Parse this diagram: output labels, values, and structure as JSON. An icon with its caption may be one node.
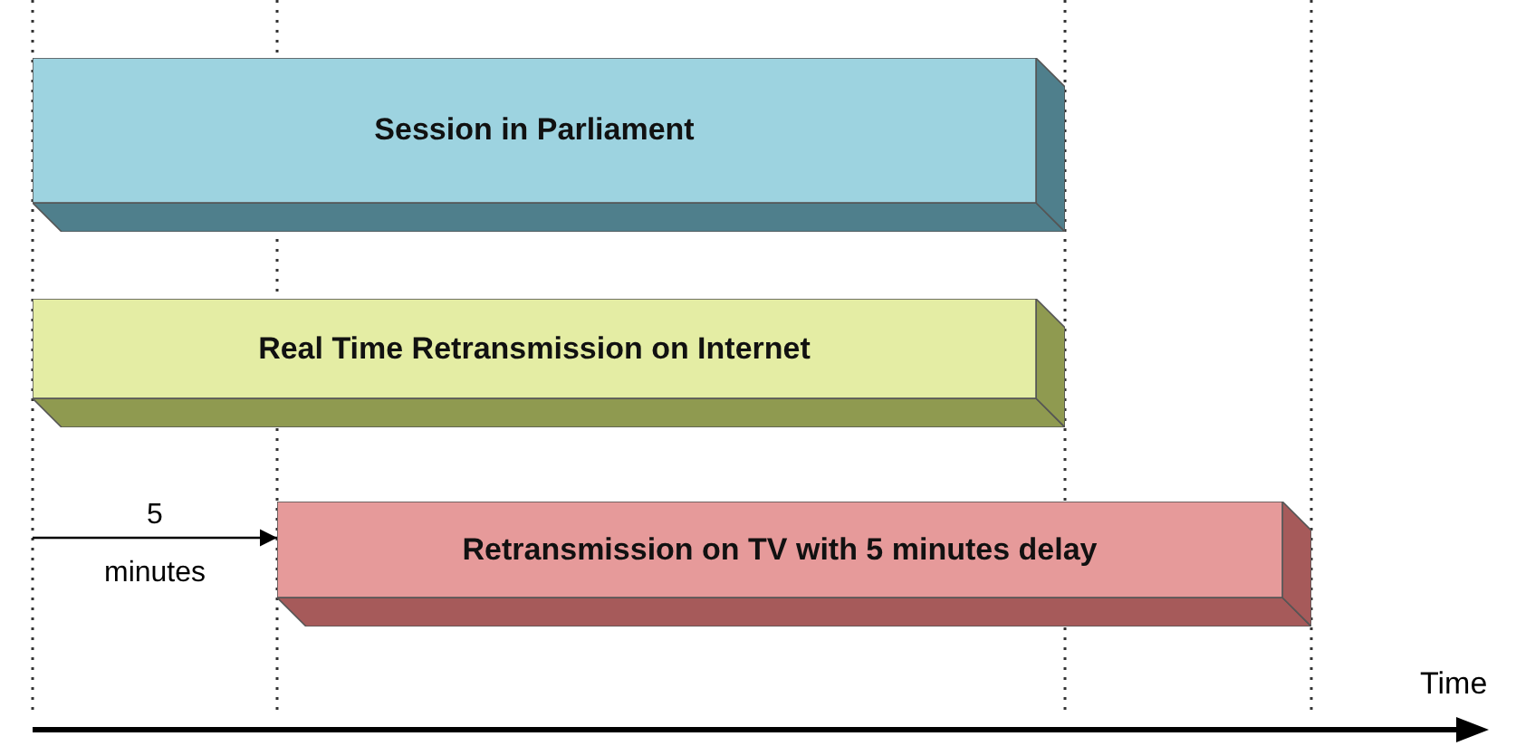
{
  "diagram": {
    "nodes": [
      {
        "text": [
          "Session in Parliament"
        ]
      },
      {
        "text": [
          "Real Time Retransmission on Internet"
        ]
      },
      {
        "text": [
          "Retransmission on TV with 5 minutes delay"
        ]
      }
    ],
    "edges": [
      {
        "from": null,
        "to": 2,
        "arrow": "to",
        "label": "5 minutes"
      }
    ],
    "labels": [
      "Time"
    ]
  }
}
